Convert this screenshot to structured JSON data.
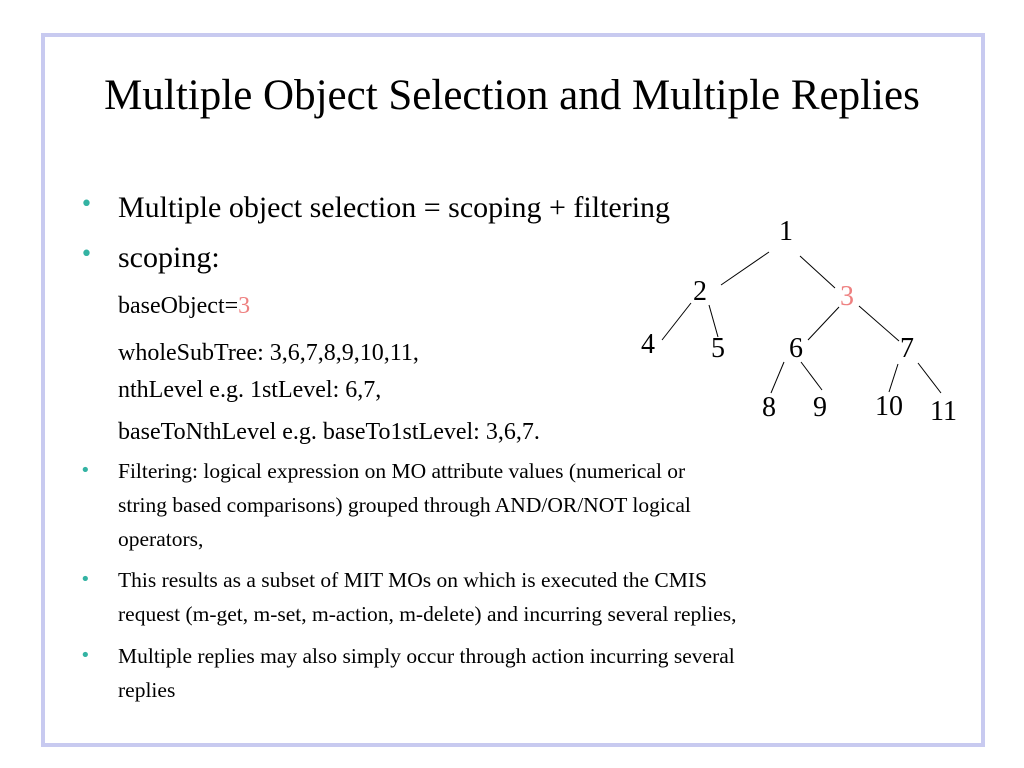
{
  "title": "Multiple Object Selection and Multiple Replies",
  "bullets": {
    "b1": "Multiple object selection = scoping + filtering",
    "b2": "scoping:",
    "b4": "Filtering: logical expression on MO attribute values (numerical or",
    "b4_line2": "string based comparisons) grouped through AND/OR/NOT logical",
    "b4_line3": "operators,",
    "b5": "This results as a subset of MIT MOs on which is executed the CMIS",
    "b5_line2": "request (m-get, m-set, m-action, m-delete) and incurring several replies,",
    "b6": "Multiple replies may also simply occur through action incurring several",
    "b6_line2": "replies"
  },
  "scoping": {
    "baseObject_label": "baseObject=",
    "baseObject_value": "3",
    "wholeSubTree": "wholeSubTree: 3,6,7,8,9,10,11,",
    "nthLevel": "nthLevel e.g. 1stLevel: 6,7,",
    "baseToNthLevel": "baseToNthLevel e.g. baseTo1stLevel: 3,6,7."
  },
  "tree": {
    "nodes": {
      "n1": "1",
      "n2": "2",
      "n3": "3",
      "n4": "4",
      "n5": "5",
      "n6": "6",
      "n7": "7",
      "n8": "8",
      "n9": "9",
      "n10": "10",
      "n11": "11"
    },
    "edges": [
      [
        "1",
        "2"
      ],
      [
        "1",
        "3"
      ],
      [
        "2",
        "4"
      ],
      [
        "2",
        "5"
      ],
      [
        "3",
        "6"
      ],
      [
        "3",
        "7"
      ],
      [
        "6",
        "8"
      ],
      [
        "6",
        "9"
      ],
      [
        "7",
        "10"
      ],
      [
        "7",
        "11"
      ]
    ],
    "highlight_node": "3",
    "highlight_color": "#ee8080"
  },
  "colors": {
    "frame": "#c8caf0",
    "bullet": "#33b3a3",
    "highlight": "#ee8080"
  }
}
